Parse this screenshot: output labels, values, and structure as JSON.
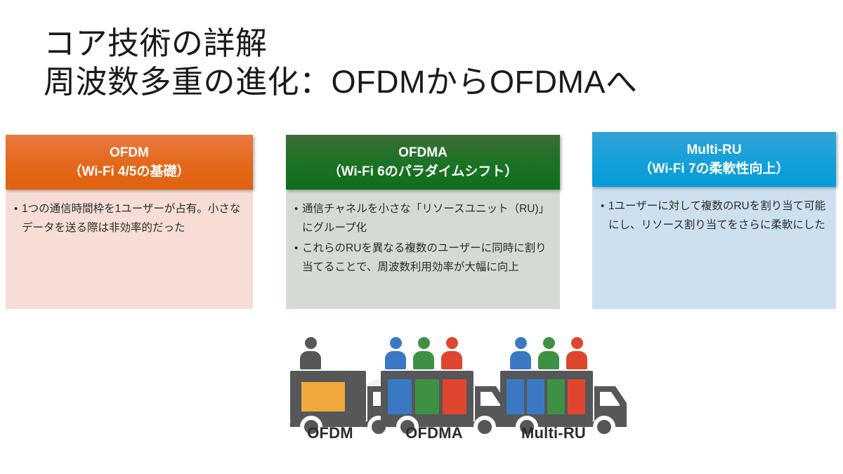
{
  "slide": {
    "title_lines": [
      "コア技術の詳解",
      "周波数多重の進化：OFDMからOFDMAへ"
    ]
  },
  "cards": [
    {
      "id": "ofdm",
      "header_line1": "OFDM",
      "header_line2": "（Wi-Fi 4/5の基礎）",
      "header_color": "#e4671a",
      "body_color": "#f6ddd6",
      "bullets": [
        "1つの通信時間枠を1ユーザーが占有。小さなデータを送る際は非効率的だった"
      ]
    },
    {
      "id": "ofdma",
      "header_line1": "OFDMA",
      "header_line2": "（Wi-Fi 6のパラダイムシフト）",
      "header_color": "#1a7324",
      "body_color": "#d3dbd2",
      "bullets": [
        "通信チャネルを小さな「リソースユニット（RU)」にグループ化",
        "これらのRUを異なる複数のユーザーに同時に割り当てることで、周波数利用効率が大幅に向上"
      ]
    },
    {
      "id": "multiru",
      "header_line1": "Multi-RU",
      "header_line2": "（Wi-Fi 7の柔軟性向上）",
      "header_color": "#13a0da",
      "body_color": "#cde0ef",
      "bullets": [
        "1ユーザーに対して複数のRUを割り当て可能にし、リソース割り当てをさらに柔軟にした"
      ]
    }
  ],
  "illustration": {
    "bullet_marker": "•",
    "trucks": [
      {
        "id": "ofdm",
        "label": "OFDM",
        "people_colors": [
          "#555759"
        ],
        "cargo_colors": [
          "#f0a93c"
        ],
        "truck_color": "#555759"
      },
      {
        "id": "ofdma",
        "label": "OFDMA",
        "people_colors": [
          "#3b78c3",
          "#3e9143",
          "#e0462f"
        ],
        "cargo_colors": [
          "#3b78c3",
          "#3e9143",
          "#e0462f"
        ],
        "truck_color": "#555759"
      },
      {
        "id": "multiru",
        "label": "Multi-RU",
        "people_colors": [
          "#3b78c3",
          "#3e9143",
          "#e0462f"
        ],
        "cargo_colors": [
          "#3b78c3",
          "#3b78c3",
          "#3e9143",
          "#e0462f"
        ],
        "truck_color": "#555759"
      }
    ]
  }
}
